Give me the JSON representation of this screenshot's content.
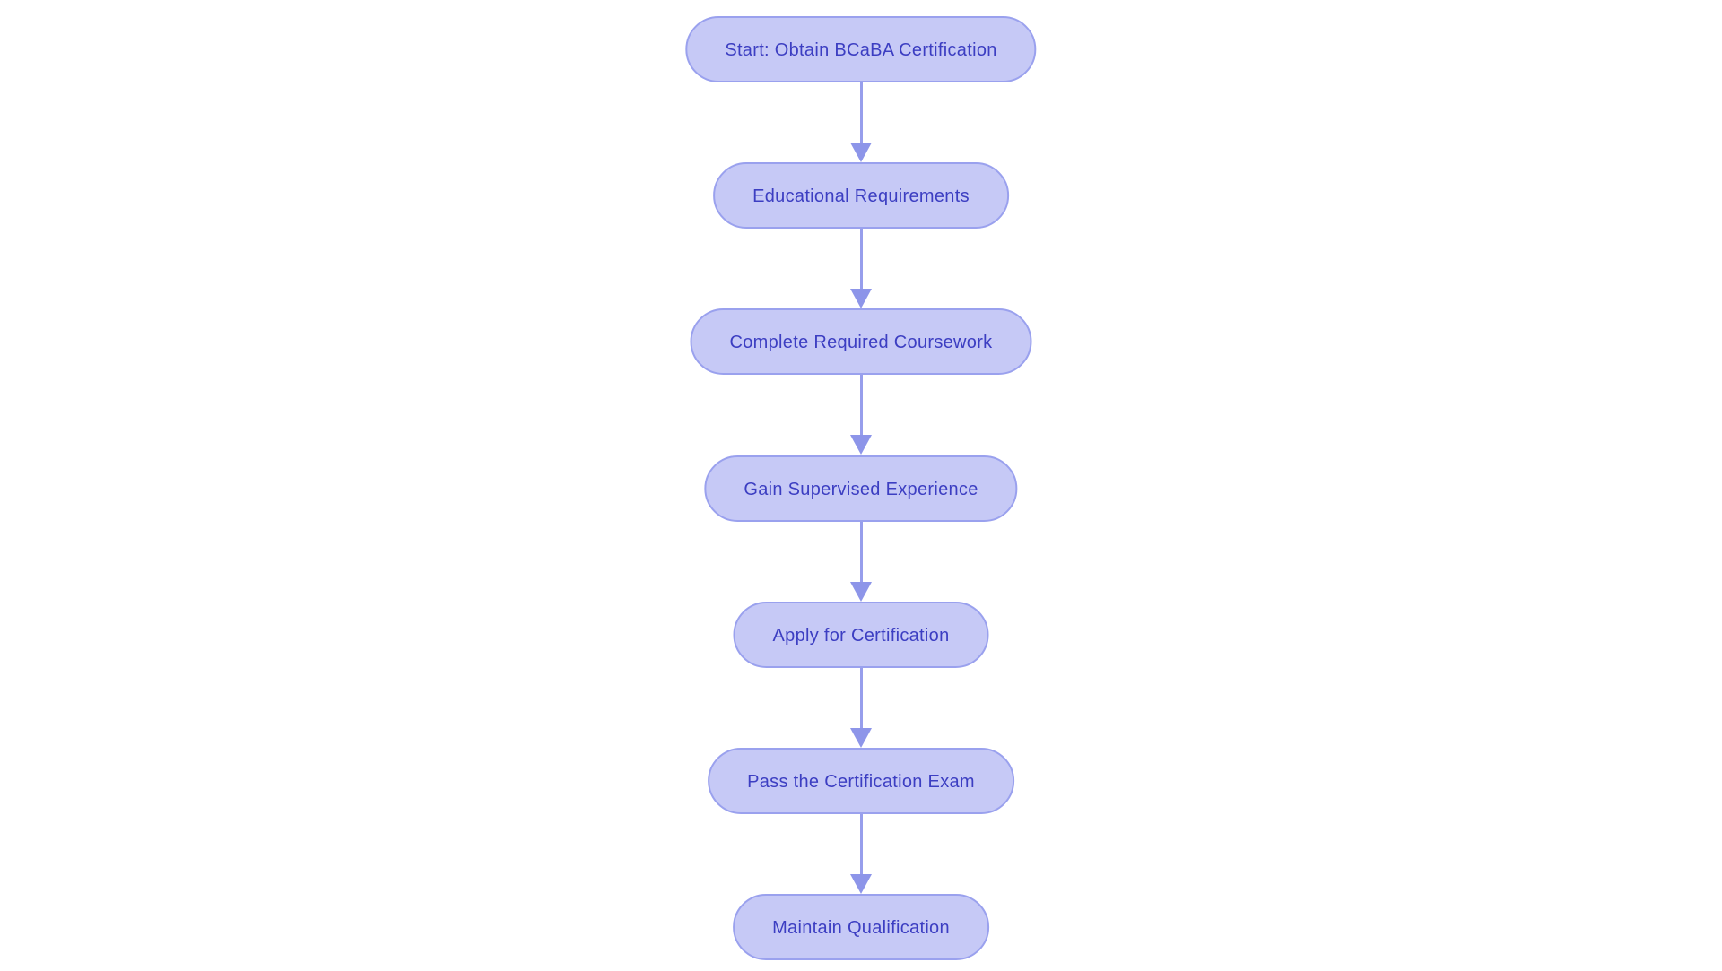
{
  "diagram": {
    "type": "flowchart",
    "direction": "top-down",
    "background_color": "#ffffff",
    "node_fill_color": "#c6c9f6",
    "node_border_color": "#9aa1ee",
    "node_text_color": "#3c3ec2",
    "arrow_color": "#8d95e9",
    "nodes": [
      {
        "id": "start",
        "label": "Start: Obtain BCaBA Certification"
      },
      {
        "id": "educational-requirements",
        "label": "Educational Requirements"
      },
      {
        "id": "complete-coursework",
        "label": "Complete Required Coursework"
      },
      {
        "id": "supervised-experience",
        "label": "Gain Supervised Experience"
      },
      {
        "id": "apply-certification",
        "label": "Apply for Certification"
      },
      {
        "id": "pass-exam",
        "label": "Pass the Certification Exam"
      },
      {
        "id": "maintain-qualification",
        "label": "Maintain Qualification"
      }
    ],
    "edges": [
      {
        "from": "start",
        "to": "educational-requirements"
      },
      {
        "from": "educational-requirements",
        "to": "complete-coursework"
      },
      {
        "from": "complete-coursework",
        "to": "supervised-experience"
      },
      {
        "from": "supervised-experience",
        "to": "apply-certification"
      },
      {
        "from": "apply-certification",
        "to": "pass-exam"
      },
      {
        "from": "pass-exam",
        "to": "maintain-qualification"
      }
    ]
  }
}
